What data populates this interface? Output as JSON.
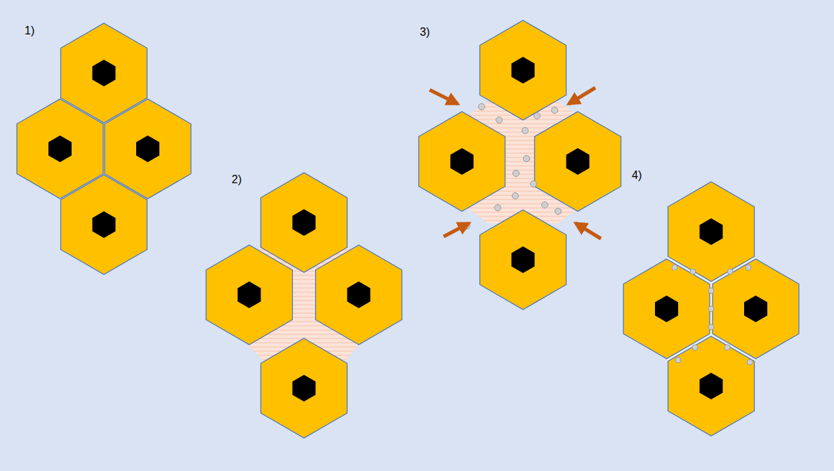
{
  "diagram": {
    "labels": [
      "1)",
      "2)",
      "3)",
      "4)"
    ]
  }
}
